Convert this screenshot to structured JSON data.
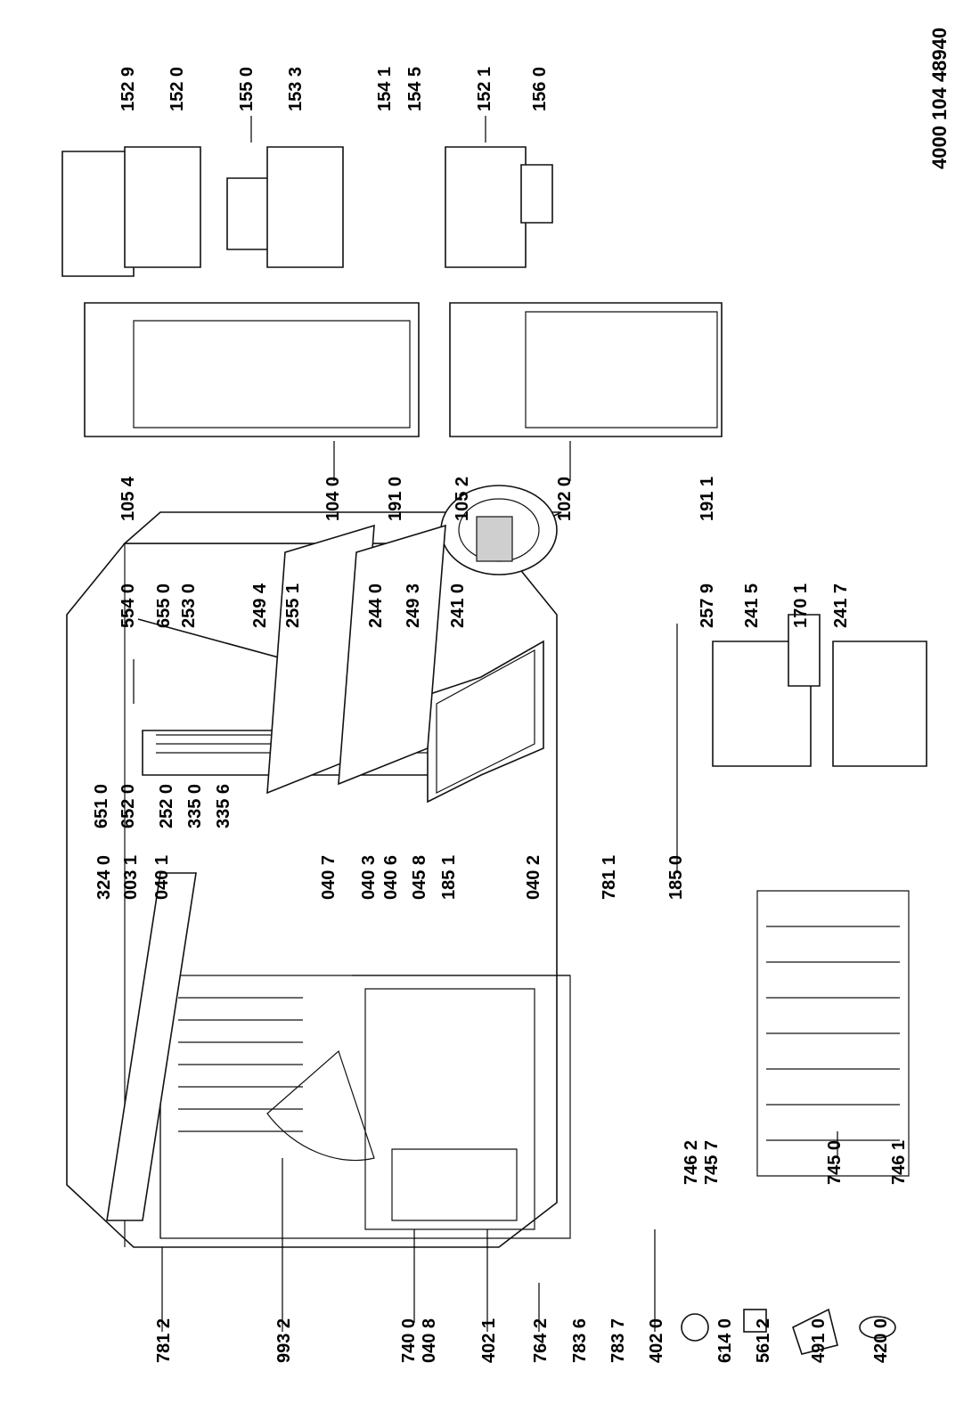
{
  "document_code": "4000 104 48940",
  "labels": {
    "l7812": "781 2",
    "l9932": "993 2",
    "l7400": "740 0",
    "l0408": "040 8",
    "l4021": "402 1",
    "l7642": "764 2",
    "l7836": "783 6",
    "l7837": "783 7",
    "l4020": "402 0",
    "l6140": "614 0",
    "l5612": "561 2",
    "l4910": "491 0",
    "l4200": "420 0",
    "l3240": "324 0",
    "l0031": "003 1",
    "l0401": "040 1",
    "l0407": "040 7",
    "l0403": "040 3",
    "l0406": "040 6",
    "l0458": "045 8",
    "l1851": "185 1",
    "l0402": "040 2",
    "l7811": "781 1",
    "l1850": "185 0",
    "l7462": "746 2",
    "l7457": "745 7",
    "l7450": "745 0",
    "l7461": "746 1",
    "l6510": "651 0",
    "l6520": "652 0",
    "l2520": "252 0",
    "l3350": "335 0",
    "l3356": "335 6",
    "l5540": "554 0",
    "l6550": "655 0",
    "l2530": "253 0",
    "l2494": "249 4",
    "l2551": "255 1",
    "l2440": "244 0",
    "l2493": "249 3",
    "l2410": "241 0",
    "l2579": "257 9",
    "l2415": "241 5",
    "l1701": "170 1",
    "l2417": "241 7",
    "l1054": "105 4",
    "l1040": "104 0",
    "l1910": "191 0",
    "l1052": "105 2",
    "l1020": "102 0",
    "l1911": "191 1",
    "l1529": "152 9",
    "l1520": "152 0",
    "l1550": "155 0",
    "l1533": "153 3",
    "l1541": "154 1",
    "l1545": "154 5",
    "l1521": "152 1",
    "l1560": "156 0"
  }
}
